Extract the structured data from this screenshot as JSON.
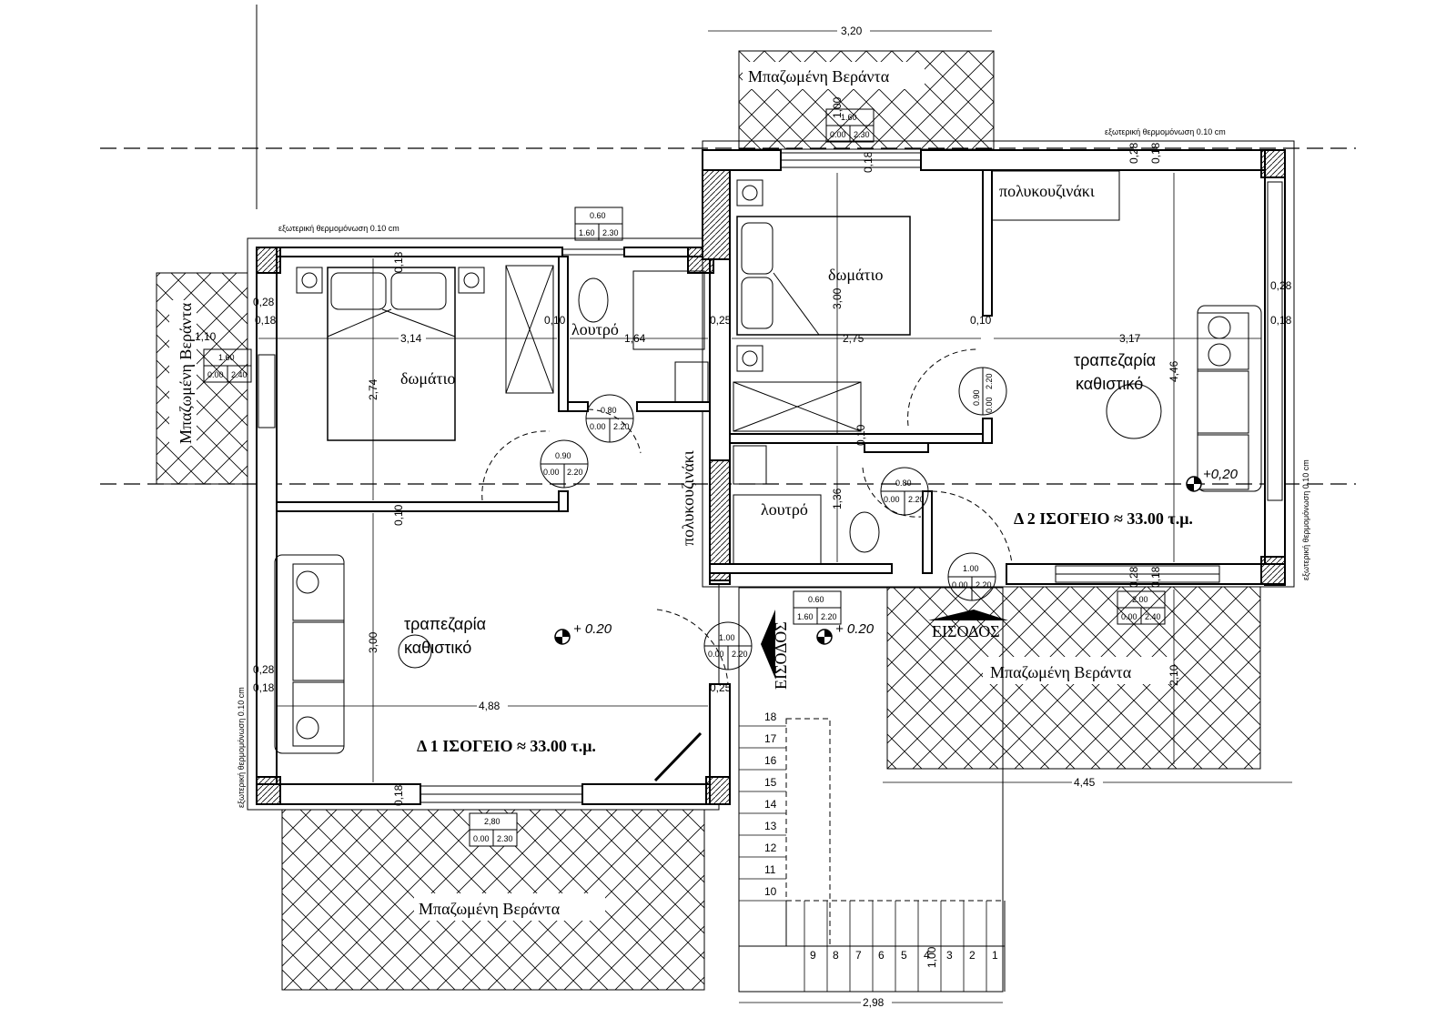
{
  "units": {
    "d1_title": "Δ 1  ΙΣΟΓΕΙΟ ≈ 33.00   τ.μ.",
    "d2_title": "Δ 2  ΙΣΟΓΕΙΟ ≈ 33.00   τ.μ."
  },
  "rooms": {
    "bedroom": "δωμάτιο",
    "bath": "λουτρό",
    "kitchenette": "πολυκουζινάκι",
    "dining1": "τραπεζαρία",
    "dining2": "καθιστικό",
    "veranda": "Μπαζωμένη Βεράντα",
    "entrance": "ΕΙΣΟΔΟΣ"
  },
  "insulation_note": "εξωτερική θερμομόνωση 0.10 cm",
  "elevation": "+ 0.20",
  "dimensions": {
    "top_320": "3,20",
    "d1_314": "3,14",
    "d1_164": "1,64",
    "d1_274": "2,74",
    "d1_300": "3,00",
    "d1_488": "4,88",
    "d2_275": "2,75",
    "d2_317": "3,17",
    "d2_300": "3,00",
    "d2_446": "4,46",
    "d2_136": "1,36",
    "ver_110": "1,10",
    "ver_100": "1,00",
    "ver_210": "2,10",
    "ver_445": "4,45",
    "stair_298": "2,98",
    "stair_100": "1,00",
    "w028": "0,28",
    "w018": "0,18",
    "w010": "0,10",
    "w025": "0,25",
    "w020": "+0,20"
  },
  "openings": {
    "w160_230": {
      "top": "1.60",
      "a": "0.00",
      "b": "2.30"
    },
    "w060": {
      "top": "0.60",
      "a": "1.60",
      "b": "2.30"
    },
    "w160_240": {
      "top": "1.60",
      "a": "0.00",
      "b": "2.40"
    },
    "d080": {
      "top": "0.80",
      "a": "0.00",
      "b": "2.20"
    },
    "d090": {
      "top": "0.90",
      "a": "0.00",
      "b": "2.20"
    },
    "d100": {
      "top": "1.00",
      "a": "0.00",
      "b": "2.20"
    },
    "w060b": {
      "top": "0.60",
      "a": "1.60",
      "b": "2.20"
    },
    "d100b": {
      "top": "1.00",
      "a": "0.00",
      "b": "2.20"
    },
    "w200": {
      "top": "2.00",
      "a": "0.00",
      "b": "2.40"
    },
    "w280": {
      "top": "2,80",
      "a": "0.00",
      "b": "2.30"
    }
  },
  "stairs": [
    "1",
    "2",
    "3",
    "4",
    "5",
    "6",
    "7",
    "8",
    "9",
    "10",
    "11",
    "12",
    "13",
    "14",
    "15",
    "16",
    "17",
    "18"
  ]
}
